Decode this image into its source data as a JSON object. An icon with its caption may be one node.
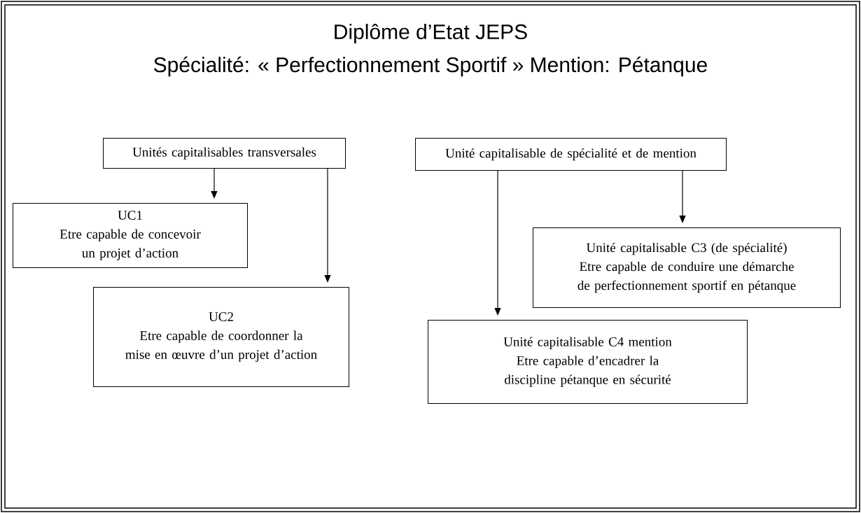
{
  "diagram": {
    "title": "Diplôme d’Etat JEPS",
    "nodes": [
      {
        "text": [
          "Unités capitalisables transversales"
        ]
      },
      {
        "text": [
          "UC1",
          "Etre capable de concevoir un projet d’action"
        ]
      },
      {
        "text": [
          "UC2",
          "Etre capable de coordonner la mise en œuvre d’un projet d’action"
        ]
      },
      {
        "text": [
          "Unité capitalisable de spécialité et de mention"
        ]
      },
      {
        "text": [
          "Unité capitalisable C3 (de spécialité)",
          "Etre capable de conduire une démarche de perfectionnement sportif en pétanque"
        ]
      },
      {
        "text": [
          "Unité capitalisable C4 mention",
          "Etre capable d’encadrer la discipline pétanque en sécurité"
        ]
      }
    ],
    "edges": [
      {
        "from": 0,
        "to": 1,
        "arrow": "to"
      },
      {
        "from": 0,
        "to": 2,
        "arrow": "to"
      },
      {
        "from": 3,
        "to": 4,
        "arrow": "to"
      },
      {
        "from": 3,
        "to": 5,
        "arrow": "to"
      }
    ],
    "labels": [
      "Spécialité: « Perfectionnement Sportif » Mention: Pétanque"
    ]
  }
}
